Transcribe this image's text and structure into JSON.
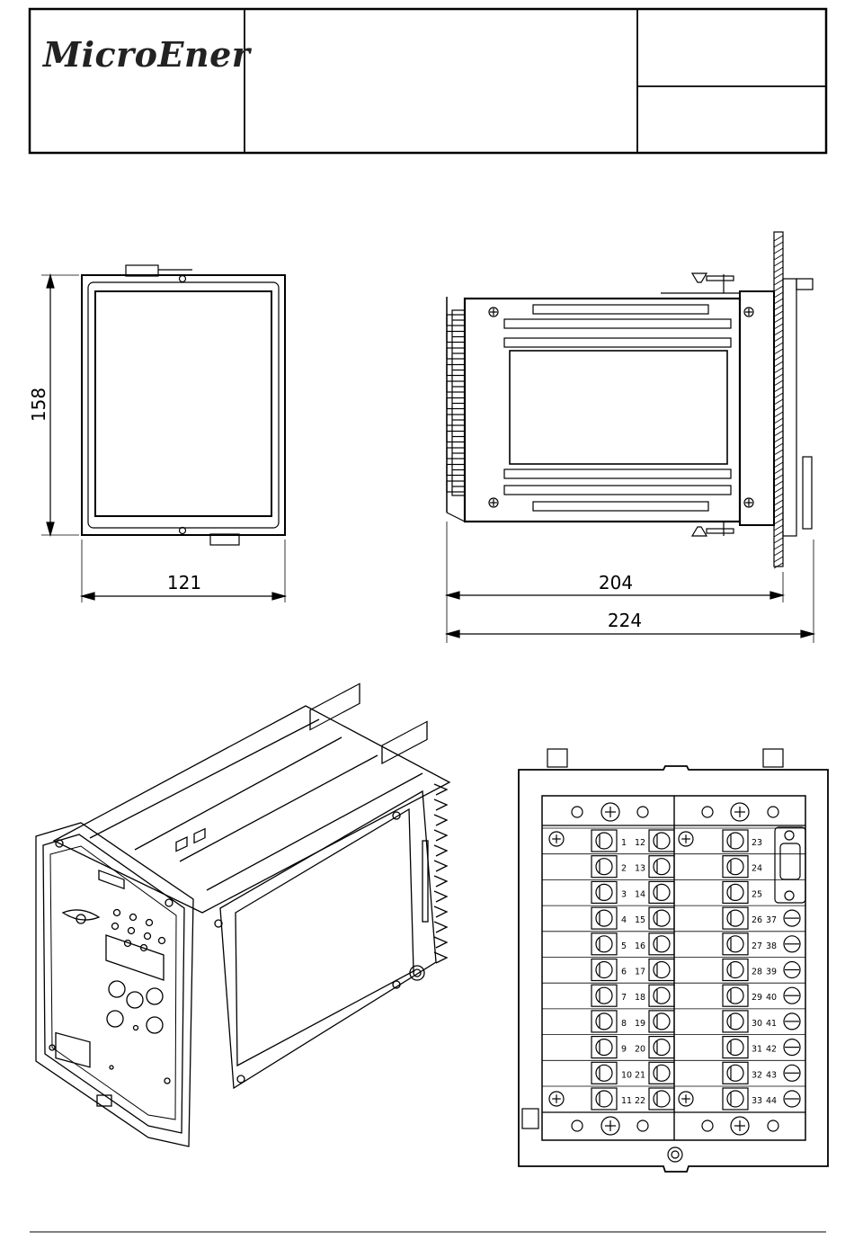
{
  "title_block": {
    "brand": "MicroEner"
  },
  "dimensions": {
    "front_height": "158",
    "front_width": "121",
    "side_depth_body": "204",
    "side_depth_total": "224"
  },
  "terminals": {
    "col1": [
      "1",
      "2",
      "3",
      "4",
      "5",
      "6",
      "7",
      "8",
      "9",
      "10",
      "11"
    ],
    "col2": [
      "12",
      "13",
      "14",
      "15",
      "16",
      "17",
      "18",
      "19",
      "20",
      "21",
      "22"
    ],
    "col3": [
      "23",
      "24",
      "25",
      "26",
      "27",
      "28",
      "29",
      "30",
      "31",
      "32",
      "33"
    ],
    "col4": [
      "37",
      "38",
      "39",
      "40",
      "41",
      "42",
      "43",
      "44"
    ]
  }
}
